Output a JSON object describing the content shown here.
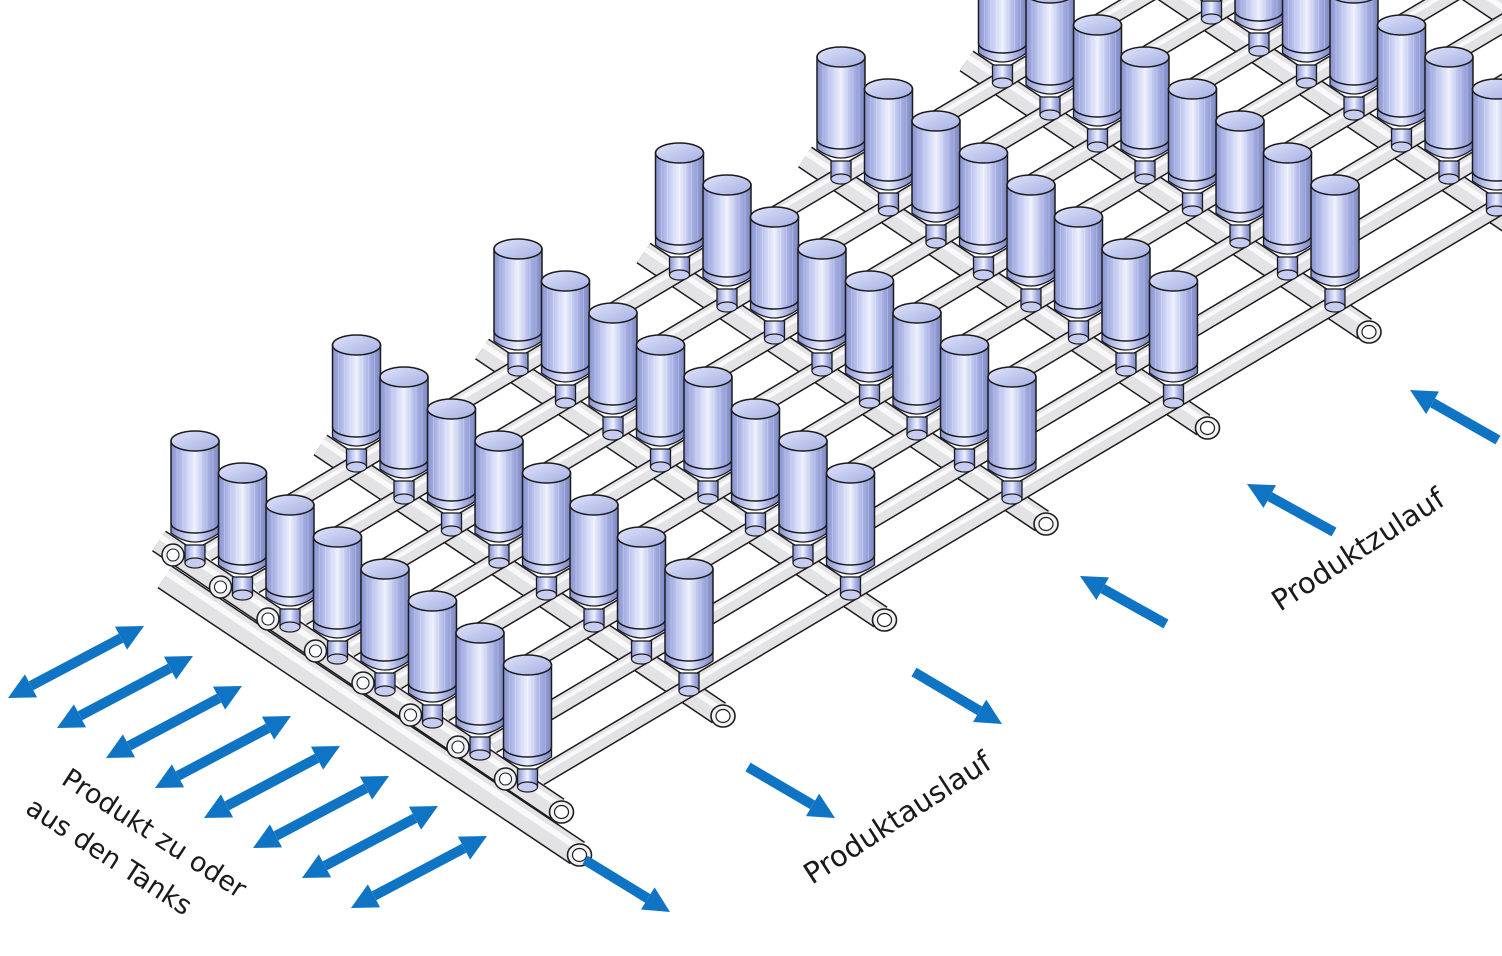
{
  "colors": {
    "valve_body": "#a9b4e6",
    "valve_highlight": "#e9ecfb",
    "valve_shadow": "#7c86c2",
    "pipe": "#e3e3e6",
    "pipe_shadow": "#b5b5ba",
    "outline": "#1c1c1c",
    "arrow": "#0f74c4"
  },
  "valve_matrix": {
    "rows": 8,
    "columns": 8
  },
  "labels": {
    "tanks_line1": "Produkt zu oder",
    "tanks_line2": "aus den Tanks",
    "outlet": "Produktauslauf",
    "inlet": "Produktzulauf"
  }
}
